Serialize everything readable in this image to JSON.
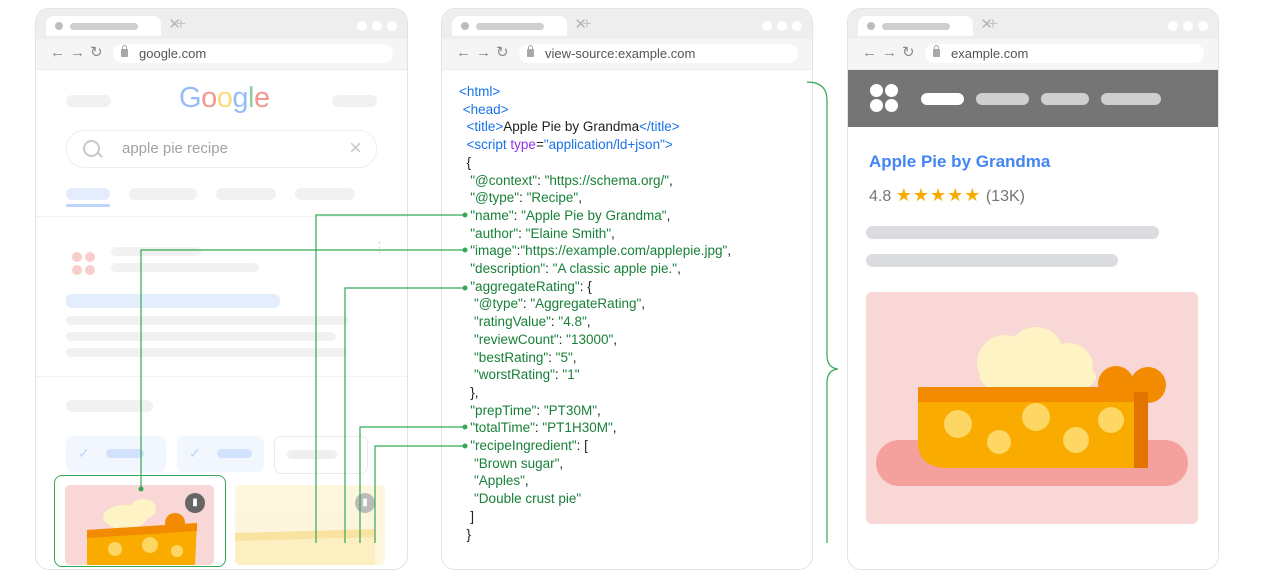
{
  "colors": {
    "accent": "#1a73e8",
    "string": "#188038",
    "attr": "#9334e6",
    "connector": "#34a853",
    "star": "#f9ab00"
  },
  "google_window": {
    "url": "google.com",
    "logo": [
      "G",
      "o",
      "o",
      "g",
      "l",
      "e"
    ],
    "logo_colors": [
      "#4285f4",
      "#ea4335",
      "#fbbc05",
      "#4285f4",
      "#34a853",
      "#ea4335"
    ],
    "search_query": "apple pie recipe"
  },
  "source_window": {
    "url": "view-source:example.com",
    "code": {
      "l1": "<html>",
      "l2": "<head>",
      "l3_open": "<title>",
      "l3_text": "Apple Pie by Grandma",
      "l3_close": "</title>",
      "l4_open": "<script ",
      "l4_attr": "type",
      "l4_eq": "=",
      "l4_val": "\"application/ld+json\"",
      "l4_close": ">",
      "l5": "{",
      "k_context": "\"@context\"",
      "v_context": "\"https://schema.org/\"",
      "k_type": "\"@type\"",
      "v_type": "\"Recipe\"",
      "k_name": "\"name\"",
      "v_name": "\"Apple Pie by Grandma\"",
      "k_author": "\"author\"",
      "v_author": "\"Elaine Smith\"",
      "k_image": "\"image\"",
      "v_image": "\"https://example.com/applepie.jpg\"",
      "k_desc": "\"description\"",
      "v_desc": "\"A classic apple pie.\"",
      "k_agg": "\"aggregateRating\"",
      "k_atype": "\"@type\"",
      "v_atype": "\"AggregateRating\"",
      "k_rv": "\"ratingValue\"",
      "v_rv": "\"4.8\"",
      "k_rc": "\"reviewCount\"",
      "v_rc": "\"13000\"",
      "k_best": "\"bestRating\"",
      "v_best": "\"5\"",
      "k_worst": "\"worstRating\"",
      "v_worst": "\"1\"",
      "close_agg": "},",
      "k_prep": "\"prepTime\"",
      "v_prep": "\"PT30M\"",
      "k_total": "\"totalTime\"",
      "v_total": "\"PT1H30M\"",
      "k_ingr": "\"recipeIngredient\"",
      "i1": "\"Brown sugar\"",
      "i2": "\"Apples\"",
      "i3": "\"Double crust pie\"",
      "close_arr": "]",
      "close_obj": "}"
    }
  },
  "rendered_window": {
    "url": "example.com",
    "title": "Apple Pie by Grandma",
    "rating_value": "4.8",
    "stars": "★★★★★",
    "stars_filled": 4.8,
    "review_count": "(13K)"
  }
}
